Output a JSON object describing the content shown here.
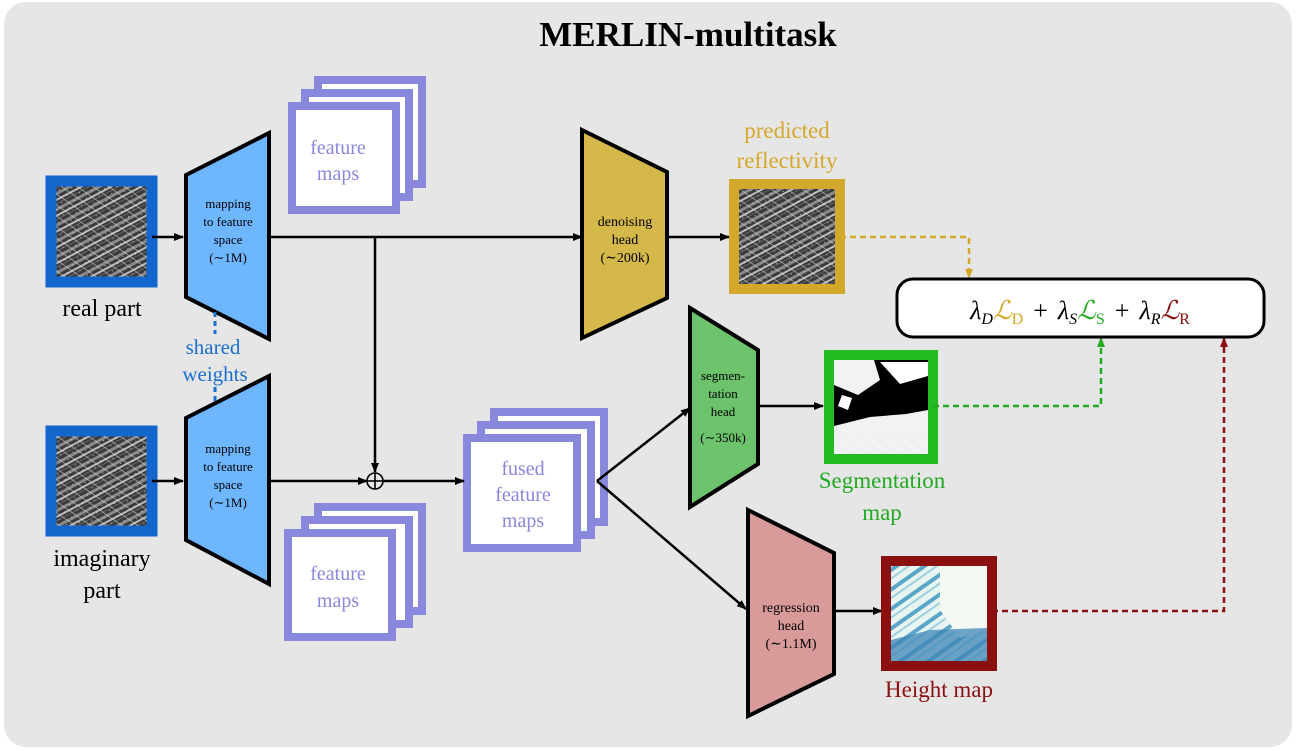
{
  "title": "MERLIN-multitask",
  "inputs": {
    "real": "real part",
    "imag_line1": "imaginary",
    "imag_line2": "part",
    "shared_line1": "shared",
    "shared_line2": "weights"
  },
  "encoder": {
    "line1": "mapping",
    "line2": "to feature",
    "line3": "space",
    "params": "(∼1M)"
  },
  "feature_maps": {
    "line1": "feature",
    "line2": "maps"
  },
  "fused": {
    "line1": "fused",
    "line2": "feature",
    "line3": "maps"
  },
  "heads": {
    "denoising": {
      "line1": "denoising",
      "line2": "head",
      "params": "(∼200k)"
    },
    "segmentation": {
      "line1": "segmen-",
      "line2": "tation",
      "line3": "head",
      "params": "(∼350k)"
    },
    "regression": {
      "line1": "regression",
      "line2": "head",
      "params": "(∼1.1M)"
    }
  },
  "outputs": {
    "reflectivity_line1": "predicted",
    "reflectivity_line2": "reflectivity",
    "segmentation_line1": "Segmentation",
    "segmentation_line2": "map",
    "height": "Height map"
  },
  "loss": {
    "lambda_d": "λ",
    "sub_d": "D",
    "L_d": "ℒ",
    "Lsub_d": "D",
    "plus1": "+",
    "lambda_s": "λ",
    "sub_s": "S",
    "L_s": "ℒ",
    "Lsub_s": "S",
    "plus2": "+",
    "lambda_r": "λ",
    "sub_r": "R",
    "L_r": "ℒ",
    "Lsub_r": "R"
  },
  "colors": {
    "background": "#e6e6e6",
    "input_border": "#1266cc",
    "encoder": "#6eb6ff",
    "feature": "#8888dd",
    "denoise": "#d4b84a",
    "denoise_text": "#d4a82a",
    "segment": "#6cc36c",
    "segment_text": "#22aa22",
    "regress": "#d99a9a",
    "regress_text": "#8b1010",
    "shared_text": "#1a6fcf"
  }
}
